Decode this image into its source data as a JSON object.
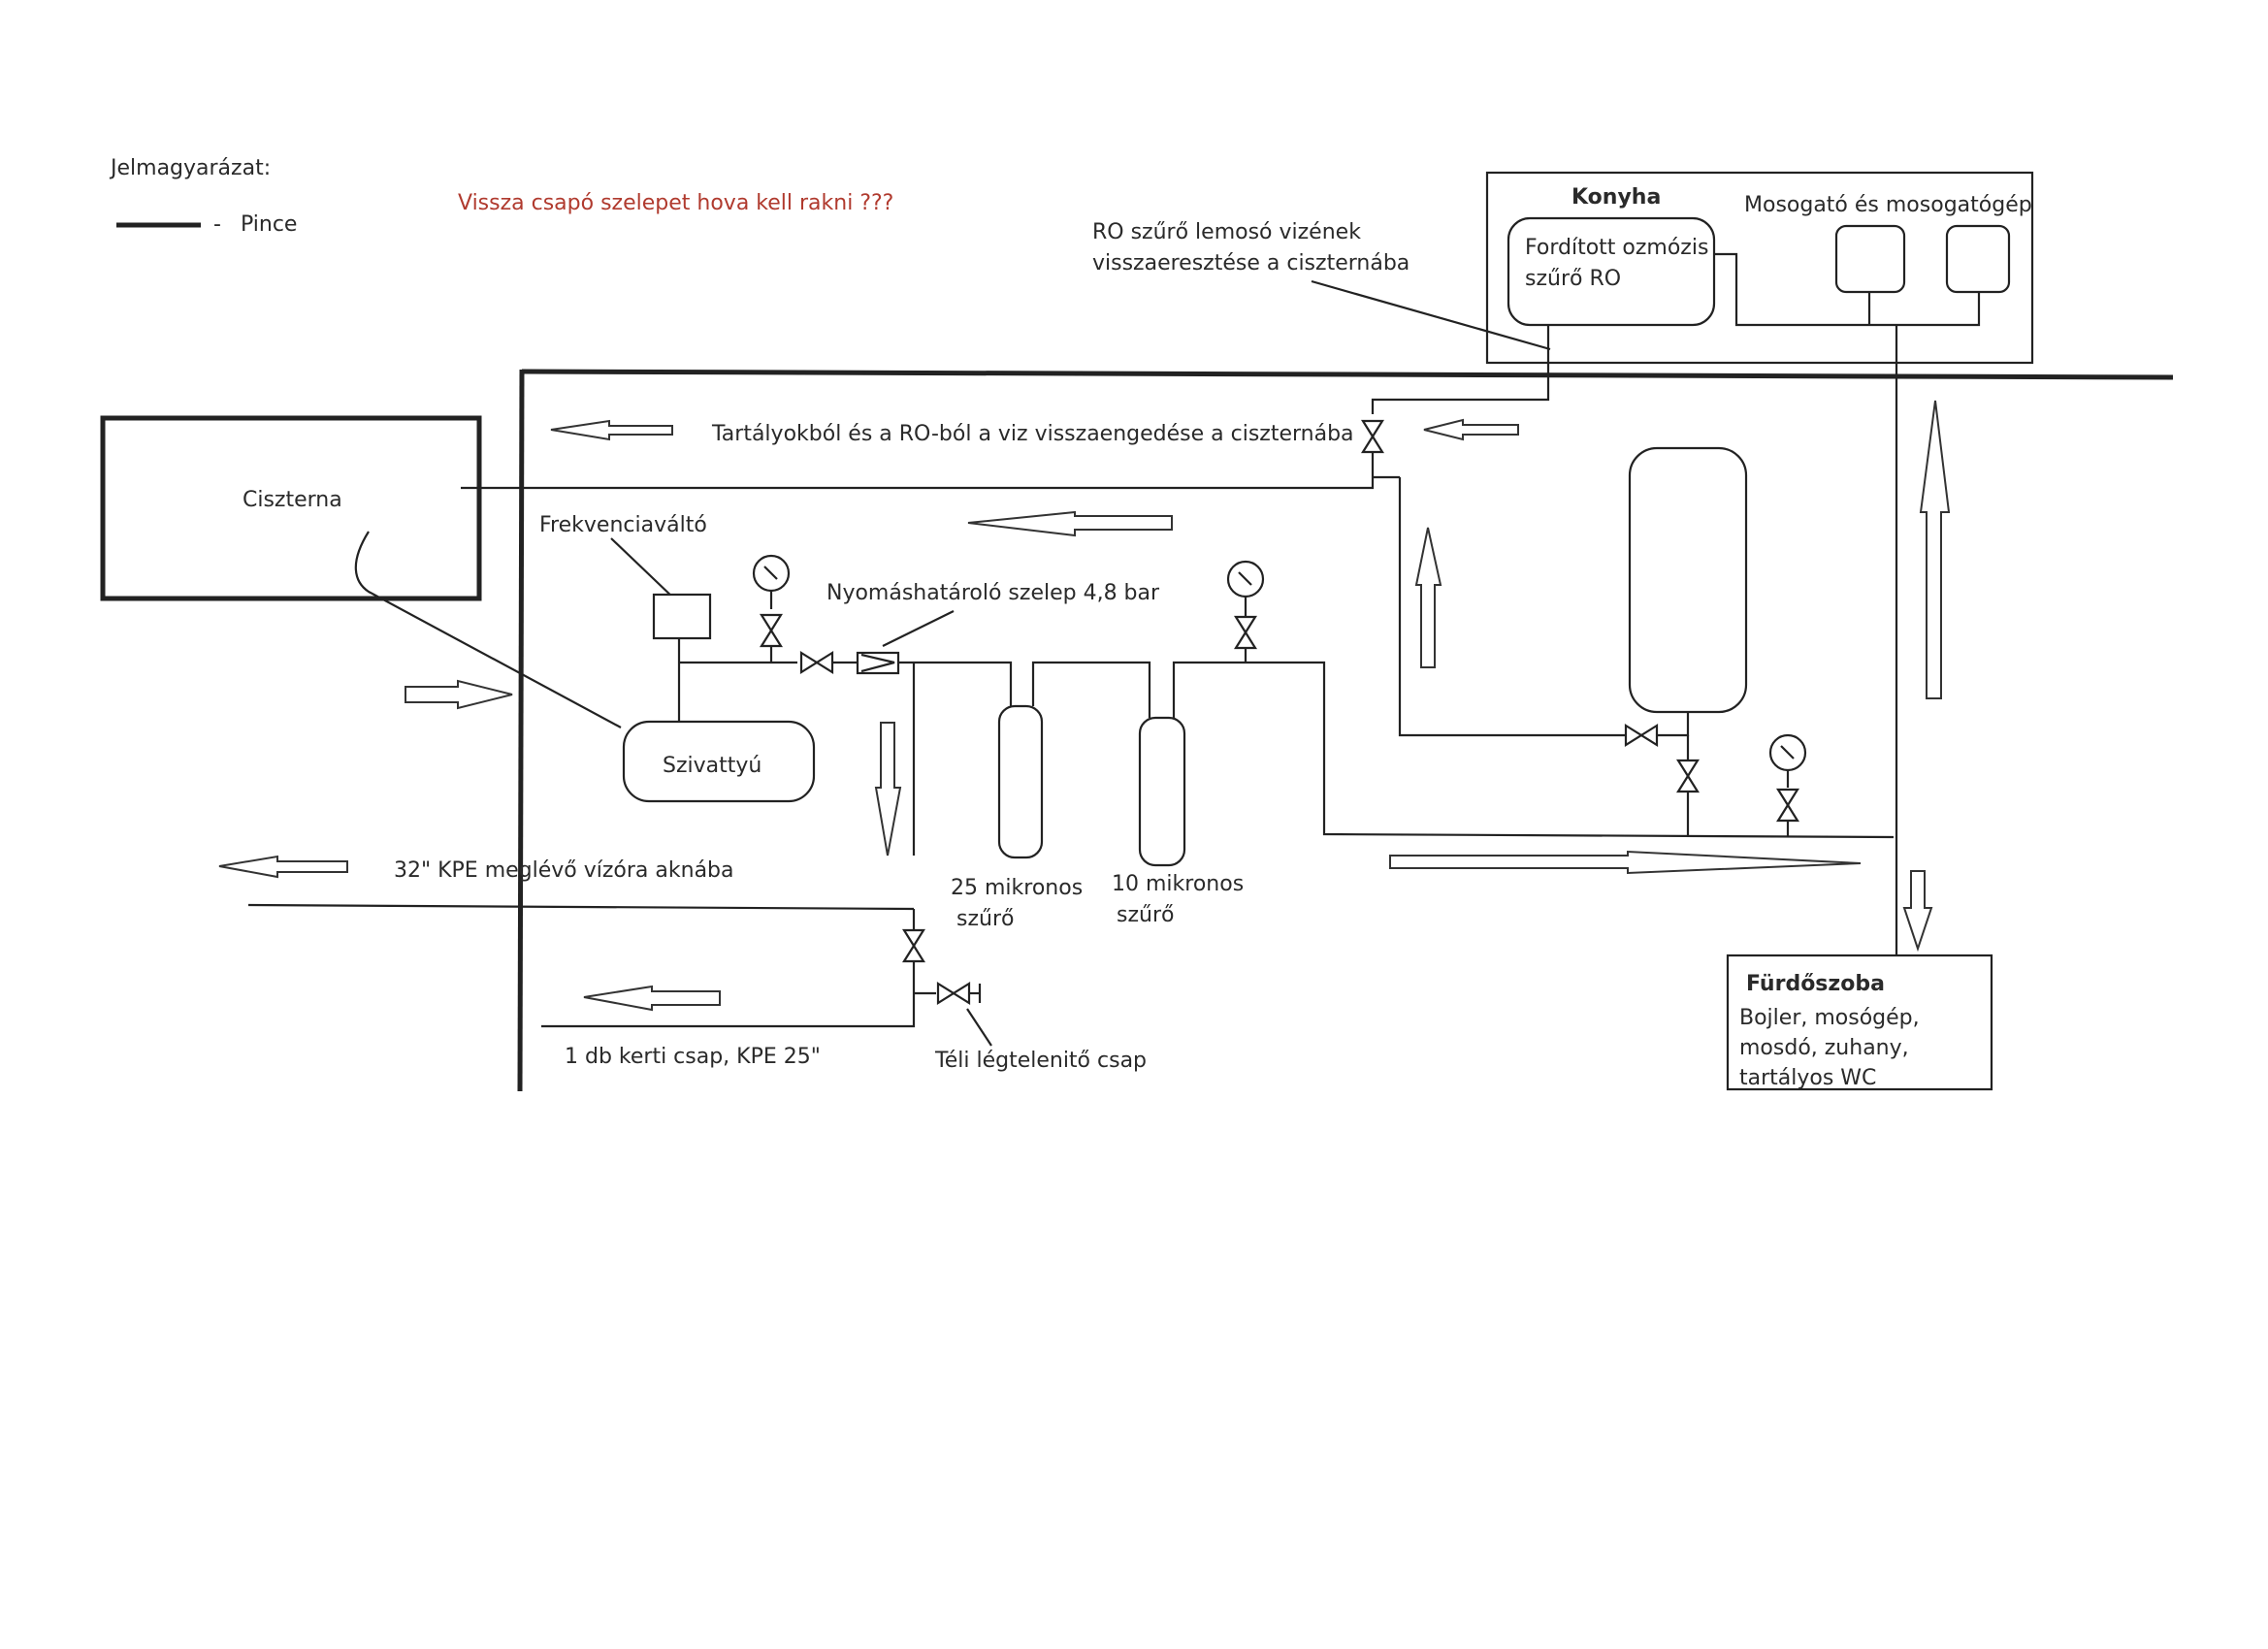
{
  "legend": {
    "title": "Jelmagyarázat:",
    "dash": "-",
    "item": "Pince"
  },
  "question": "Vissza csapó szelepet hova kell rakni ???",
  "konyha": {
    "title": "Konyha",
    "dishwasher": "Mosogató és mosogatógép",
    "ro_line1": "Fordított ozmózis",
    "ro_line2": "szűrő  RO"
  },
  "ro_return": {
    "line1": "RO szűrő lemosó vizének",
    "line2": "visszaeresztése a ciszternába"
  },
  "tank_return": "Tartályokból és a RO-ból a viz visszaengedése a ciszternába",
  "ciszterna": "Ciszterna",
  "frekvencia": "Frekvenciaváltó",
  "nyomas": "Nyomáshatároló szelep 4,8 bar",
  "szivattyu": "Szivattyú",
  "kpe32": "32\" KPE meglévő vízóra aknába",
  "filter25": {
    "line1": "25 mikronos",
    "line2": "szűrő"
  },
  "filter10": {
    "line1": "10 mikronos",
    "line2": "szűrő"
  },
  "kerti": "1 db kerti csap, KPE 25\"",
  "teli": "Téli légtelenitő csap",
  "furdo": {
    "title": "Fürdőszoba",
    "line1": "Bojler, mosógép,",
    "line2": "mosdó, zuhany,",
    "line3": "tartályos WC"
  },
  "colors": {
    "line": "#222222",
    "question": "#b03a2e",
    "text": "#2a2a2a"
  },
  "icons": [
    "pressure-gauge-icon",
    "valve-icon",
    "arrow-left-icon",
    "arrow-right-icon",
    "arrow-up-icon",
    "arrow-down-icon"
  ]
}
